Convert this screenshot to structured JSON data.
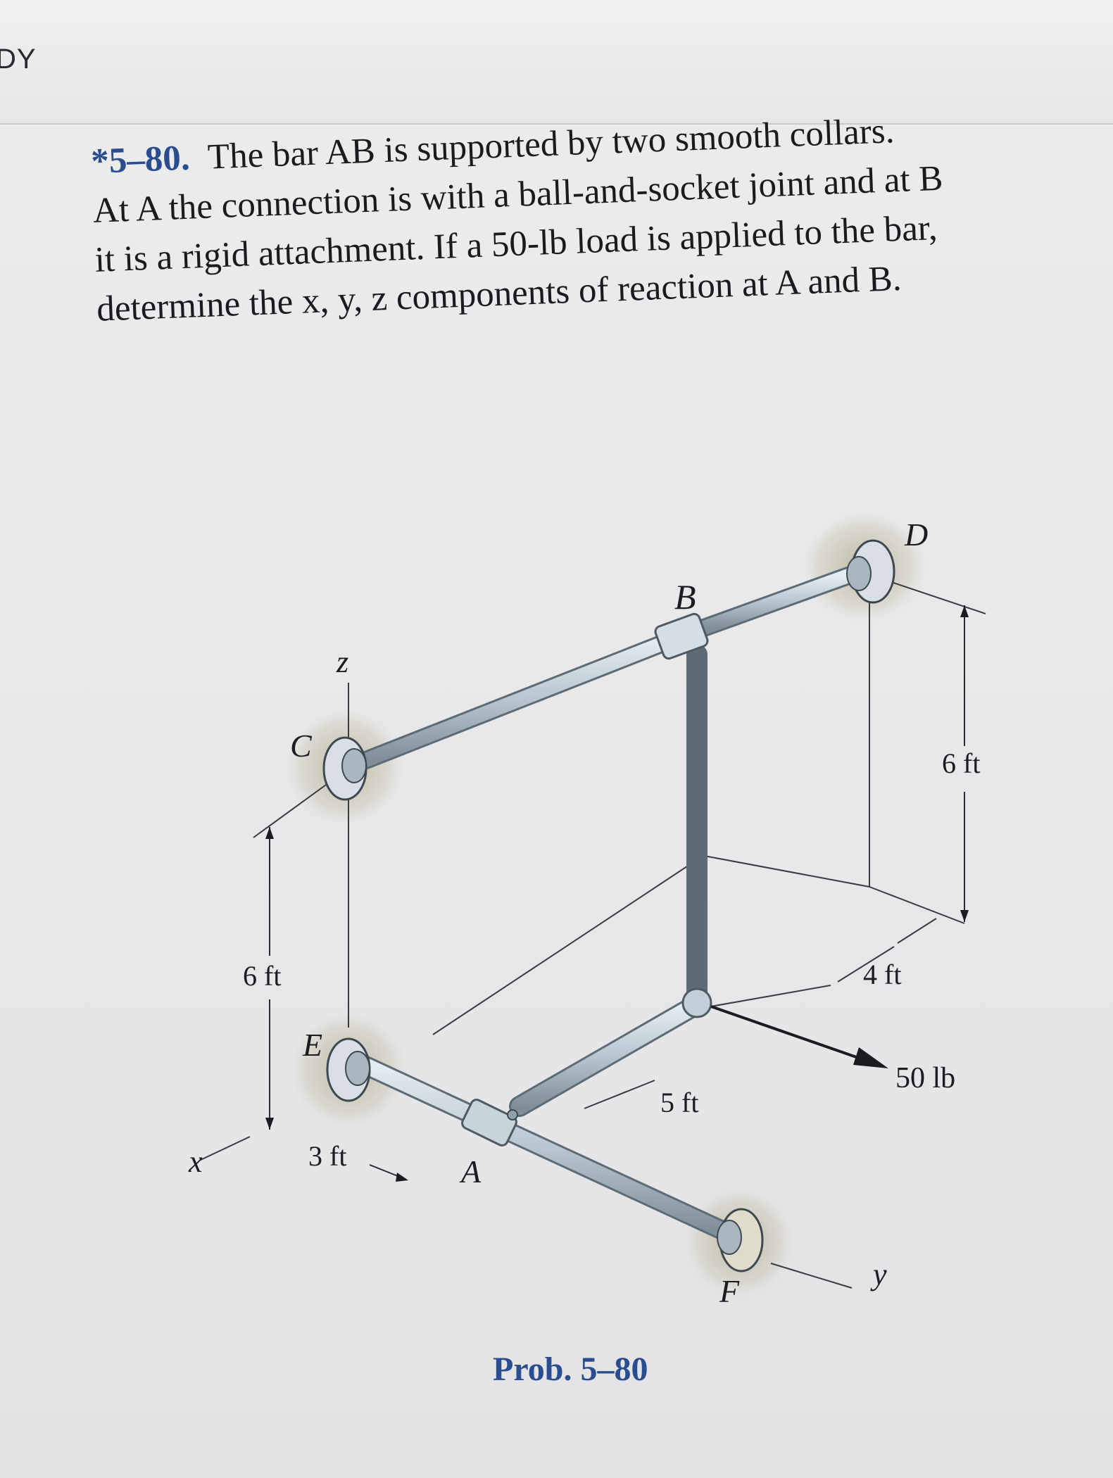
{
  "header": {
    "running_head": "DY"
  },
  "problem": {
    "number": "*5–80.",
    "lines": [
      "The bar AB is supported by two smooth collars.",
      "At A the connection is with a ball-and-socket joint and at B",
      "it is a rigid attachment. If a 50-lb load is applied to the bar,",
      "determine the x, y, z components of reaction at A and B."
    ]
  },
  "figure": {
    "points": {
      "A": "A",
      "B": "B",
      "C": "C",
      "D": "D",
      "E": "E",
      "F": "F"
    },
    "axes": {
      "x": "x",
      "y": "y",
      "z": "z"
    },
    "dimensions": {
      "left_height": "6 ft",
      "right_height": "6 ft",
      "offset_3": "3 ft",
      "span_5": "5 ft",
      "span_4": "4 ft"
    },
    "load": "50 lb",
    "caption": "Prob. 5–80"
  },
  "colors": {
    "text": "#1b1b1f",
    "accent": "#2a4d8f",
    "pipe": "#b9c6cf",
    "wall_shadow": "#b3ad90"
  }
}
